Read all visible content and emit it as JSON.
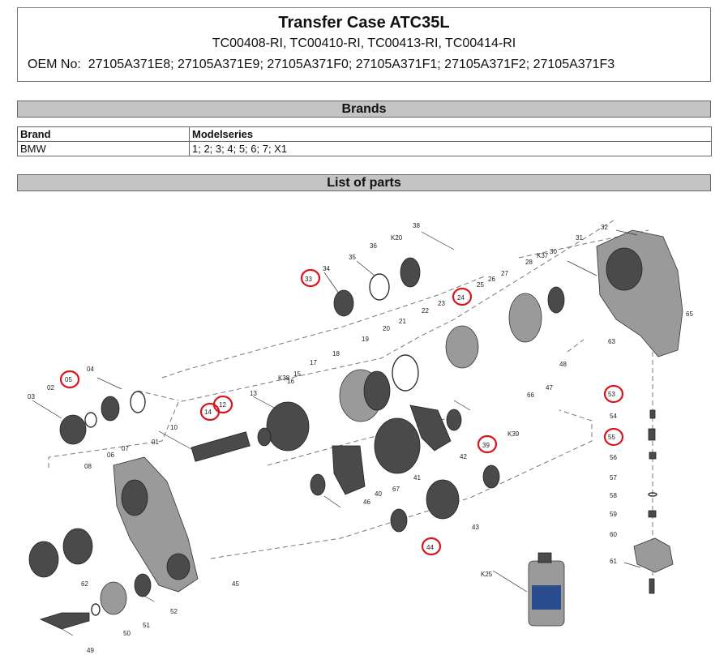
{
  "header": {
    "title": "Transfer Case ATC35L",
    "codes": "TC00408-RI, TC00410-RI, TC00413-RI, TC00414-RI",
    "oem_label": "OEM No:",
    "oem_numbers": "27105A371E8; 27105A371E9; 27105A371F0; 27105A371F1; 27105A371F2; 27105A371F3"
  },
  "brands_section": {
    "title": "Brands",
    "columns": [
      "Brand",
      "Modelseries"
    ],
    "rows": [
      [
        "BMW",
        "1; 2; 3; 4; 5; 6; 7; X1"
      ]
    ]
  },
  "parts_section": {
    "title": "List of parts"
  },
  "highlighted_parts": [
    "05",
    "14",
    "12",
    "33",
    "24",
    "39",
    "44",
    "53",
    "55"
  ],
  "part_labels": [
    "01",
    "02",
    "03",
    "04",
    "05",
    "06",
    "07",
    "08",
    "10",
    "12",
    "13",
    "14",
    "15",
    "16",
    "17",
    "18",
    "19",
    "20",
    "21",
    "22",
    "23",
    "24",
    "25",
    "26",
    "27",
    "28",
    "30",
    "31",
    "32",
    "33",
    "34",
    "35",
    "36",
    "38",
    "39",
    "40",
    "41",
    "42",
    "43",
    "44",
    "45",
    "46",
    "47",
    "48",
    "49",
    "50",
    "51",
    "52",
    "53",
    "54",
    "55",
    "56",
    "57",
    "58",
    "59",
    "60",
    "61",
    "62",
    "63",
    "65",
    "66",
    "67",
    "K20",
    "K25",
    "K37",
    "K38",
    "K39"
  ],
  "colors": {
    "highlight": "#d9141b",
    "bar": "#c4c4c4"
  }
}
